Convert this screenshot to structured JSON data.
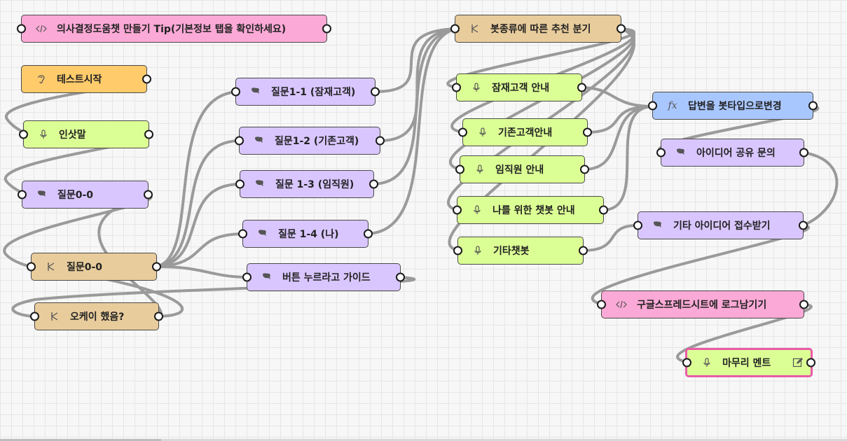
{
  "nodes": {
    "tip": {
      "label": "의사결정도움챗 만들기 Tip(기본정보 탭을 확인하세요)",
      "icon": "code-icon"
    },
    "test_start": {
      "label": "테스트시작",
      "icon": "ear-icon"
    },
    "greeting": {
      "label": "인삿말",
      "icon": "mic-icon"
    },
    "q00_a": {
      "label": "질문0-0",
      "icon": "chat-icon"
    },
    "q00_b": {
      "label": "질문0-0",
      "icon": "branch-icon"
    },
    "okay": {
      "label": "오케이 했음?",
      "icon": "branch-icon"
    },
    "q11": {
      "label": "질문1-1 (잠재고객)",
      "icon": "chat-icon"
    },
    "q12": {
      "label": "질문1-2 (기존고객)",
      "icon": "chat-icon"
    },
    "q13": {
      "label": "질문 1-3 (임직원)",
      "icon": "chat-icon"
    },
    "q14": {
      "label": "질문 1-4 (나)",
      "icon": "chat-icon"
    },
    "btn_guide": {
      "label": "버튼 누르라고 가이드",
      "icon": "chat-icon"
    },
    "bot_branch": {
      "label": "봇종류에 따른 추천 분기",
      "icon": "branch-icon"
    },
    "potential": {
      "label": "잠재고객 안내",
      "icon": "mic-icon"
    },
    "existing": {
      "label": "기존고객안내",
      "icon": "mic-icon"
    },
    "employee": {
      "label": "임직원 안내",
      "icon": "mic-icon"
    },
    "forme": {
      "label": "나를 위한 챗봇 안내",
      "icon": "mic-icon"
    },
    "otherbot": {
      "label": "기타챗봇",
      "icon": "mic-icon"
    },
    "bottype": {
      "label": "답변을 봇타입으로변경",
      "icon": "function-icon"
    },
    "idea_share": {
      "label": "아이디어 공유 문의",
      "icon": "chat-icon"
    },
    "idea_other": {
      "label": "기타 아이디어 접수받기",
      "icon": "chat-icon"
    },
    "sheet_log": {
      "label": "구글스프레드시트에 로그남기기",
      "icon": "code-icon"
    },
    "closing": {
      "label": "마무리 멘트",
      "icon": "mic-icon"
    }
  },
  "colors": {
    "pink": "#fba9d6",
    "orange": "#ffcb6b",
    "green": "#dcff95",
    "purple": "#d9c6ff",
    "tan": "#e8cc9c",
    "blue": "#a9c7ff",
    "edge": "#9a9a9a",
    "selected_border": "#e95aa8"
  }
}
